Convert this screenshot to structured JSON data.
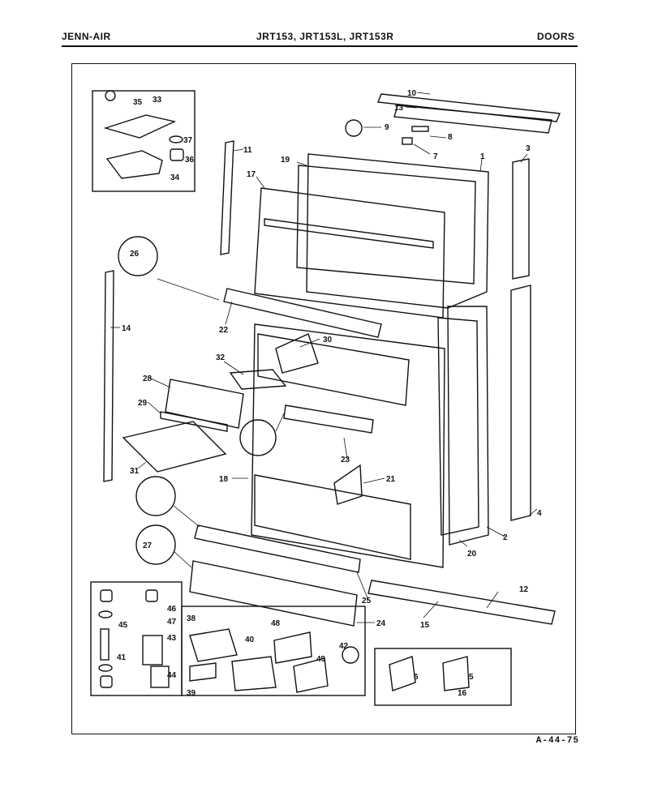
{
  "header": {
    "left": "JENN-AIR",
    "center": "JRT153, JRT153L, JRT153R",
    "right": "DOORS"
  },
  "footer": {
    "code": "A-44-75"
  },
  "callouts": [
    "1",
    "2",
    "3",
    "4",
    "5",
    "6",
    "7",
    "8",
    "9",
    "10",
    "11",
    "12",
    "13",
    "14",
    "15",
    "16",
    "17",
    "18",
    "19",
    "20",
    "21",
    "22",
    "23",
    "24",
    "25",
    "26",
    "27",
    "28",
    "29",
    "30",
    "31",
    "32",
    "33",
    "34",
    "35",
    "36",
    "37",
    "38",
    "39",
    "40",
    "41",
    "42",
    "43",
    "44",
    "45",
    "46",
    "47",
    "48",
    "49"
  ]
}
